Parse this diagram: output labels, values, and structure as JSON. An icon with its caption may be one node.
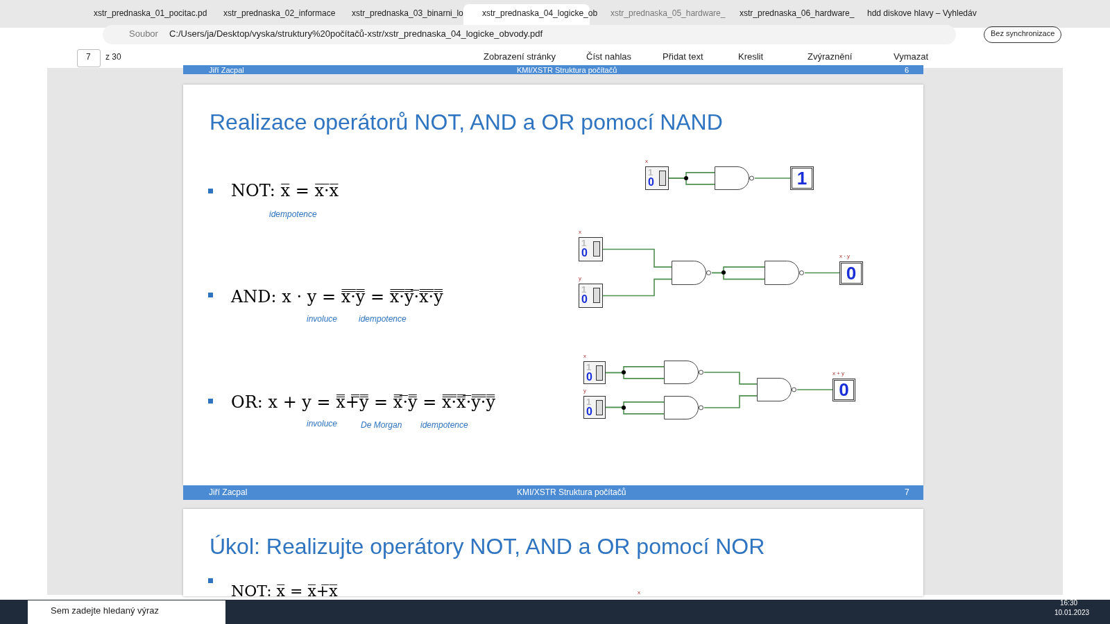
{
  "diagram": {
    "title": "Realizace operátorů NOT, AND a OR pomocí NAND",
    "nodes": [
      {
        "text": [
          "x",
          "1",
          "0"
        ]
      },
      {
        "text": [],
        "shape": "gate"
      },
      {
        "text": [
          "1"
        ]
      },
      {
        "text": [
          "x",
          "1",
          "0"
        ]
      },
      {
        "text": [
          "y",
          "1",
          "0"
        ]
      },
      {
        "text": [],
        "shape": "gate"
      },
      {
        "text": [],
        "shape": "gate"
      },
      {
        "text": [
          "x · y",
          "0"
        ]
      },
      {
        "text": [
          "x",
          "1",
          "0"
        ]
      },
      {
        "text": [
          "y",
          "1",
          "0"
        ]
      },
      {
        "text": [],
        "shape": "gate"
      },
      {
        "text": [],
        "shape": "gate"
      },
      {
        "text": [],
        "shape": "gate"
      },
      {
        "text": [
          "x + y",
          "0"
        ]
      }
    ],
    "edges": [
      {
        "from": 0,
        "to": 1,
        "arrow": "none"
      },
      {
        "from": 0,
        "to": 1,
        "arrow": "none"
      },
      {
        "from": 1,
        "to": 2,
        "arrow": "none"
      },
      {
        "from": 3,
        "to": 5,
        "arrow": "none"
      },
      {
        "from": 4,
        "to": 5,
        "arrow": "none"
      },
      {
        "from": 5,
        "to": 6,
        "arrow": "none"
      },
      {
        "from": 5,
        "to": 6,
        "arrow": "none"
      },
      {
        "from": 6,
        "to": 7,
        "arrow": "none"
      },
      {
        "from": 8,
        "to": 10,
        "arrow": "none"
      },
      {
        "from": 8,
        "to": 10,
        "arrow": "none"
      },
      {
        "from": 9,
        "to": 11,
        "arrow": "none"
      },
      {
        "from": 9,
        "to": 11,
        "arrow": "none"
      },
      {
        "from": 10,
        "to": 12,
        "arrow": "none"
      },
      {
        "from": 11,
        "to": 12,
        "arrow": "none"
      },
      {
        "from": 12,
        "to": 13,
        "arrow": "none"
      }
    ],
    "labels": [
      "xstr_prednaska_01_pocitac.pd",
      "xstr_prednaska_02_informace",
      "xstr_prednaska_03_binarni_lo",
      "xstr_prednaska_04_logicke_ob",
      "xstr_prednaska_05_hardware_",
      "xstr_prednaska_06_hardware_",
      "hdd diskove hlavy – Vyhledáv",
      "Soubor",
      "C:/Users/ja/Desktop/vyska/struktury%20počítačů-xstr/xstr_prednaska_04_logicke_obvody.pdf",
      "Bez synchronizace",
      "7",
      "z 30",
      "Zobrazení stránky",
      "Číst nahlas",
      "Přidat text",
      "Kreslit",
      "Zvýraznění",
      "Vymazat",
      "Jiří Zacpal",
      "KMI/XSTR Struktura počítačů",
      "6",
      "NOT: x̅ = x̅·̅x̅",
      "idempotence",
      "AND: x · y = x̿·̿y̿ = x̿·̿y̿·̅x̿·̿y̿",
      "involuce",
      "idempotence",
      "OR: x + y = x̿+̿y̿ = x̿·̅y̿ = x̿·̿x̿·̅y̿·̿y̿",
      "involuce",
      "De Morgan",
      "idempotence",
      "Jiří Zacpal",
      "KMI/XSTR Struktura počítačů",
      "7",
      "Úkol: Realizujte operátory NOT, AND a OR pomocí NOR",
      "NOT: x̅ = x̅+̅x̅",
      "x",
      "Sem zadejte hledaný výraz",
      "16:30",
      "10.01.2023"
    ]
  }
}
